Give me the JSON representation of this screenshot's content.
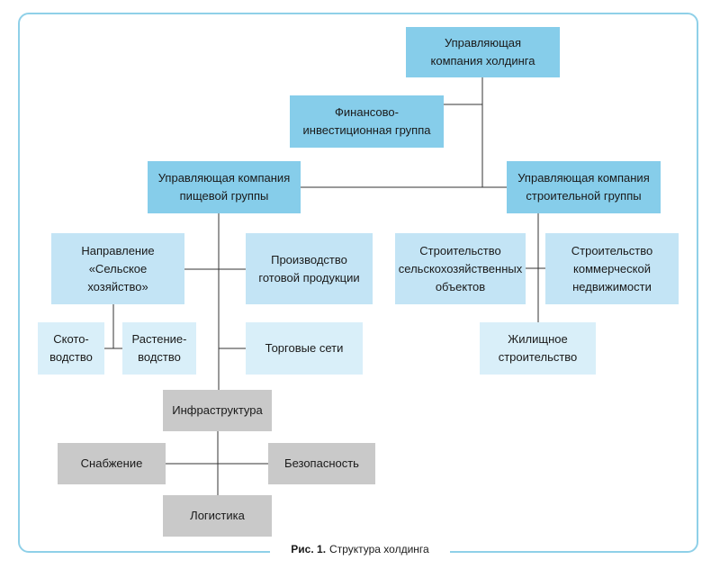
{
  "nodes": {
    "holding_mc": "Управляющая\nкомпания холдинга",
    "financial_group": "Финансово-\nинвестиционная группа",
    "food_mc": "Управляющая компания\nпищевой группы",
    "construction_mc": "Управляющая компания\nстроительной группы",
    "agriculture": "Направление\n«Сельское\nхозяйство»",
    "finished_products": "Производство\nготовой продукции",
    "livestock": "Ското-\nводство",
    "crop": "Растение-\nводство",
    "retail": "Торговые сети",
    "agri_buildings": "Строительство\nсельскохозяйственных\nобъектов",
    "commercial_realty": "Строительство\nкоммерческой\nнедвижимости",
    "housing": "Жилищное\nстроительство",
    "infrastructure": "Инфраструктура",
    "supply": "Снабжение",
    "security": "Безопасность",
    "logistics": "Логистика"
  },
  "caption": {
    "label": "Рис. 1.",
    "text": "Структура холдинга"
  },
  "colors": {
    "frame": "#8fd0e8",
    "box_dark": "#86cdea",
    "box_light": "#c3e4f5",
    "box_pale": "#d9eff9",
    "box_gray": "#c9c9c9",
    "connector": "#333333"
  }
}
